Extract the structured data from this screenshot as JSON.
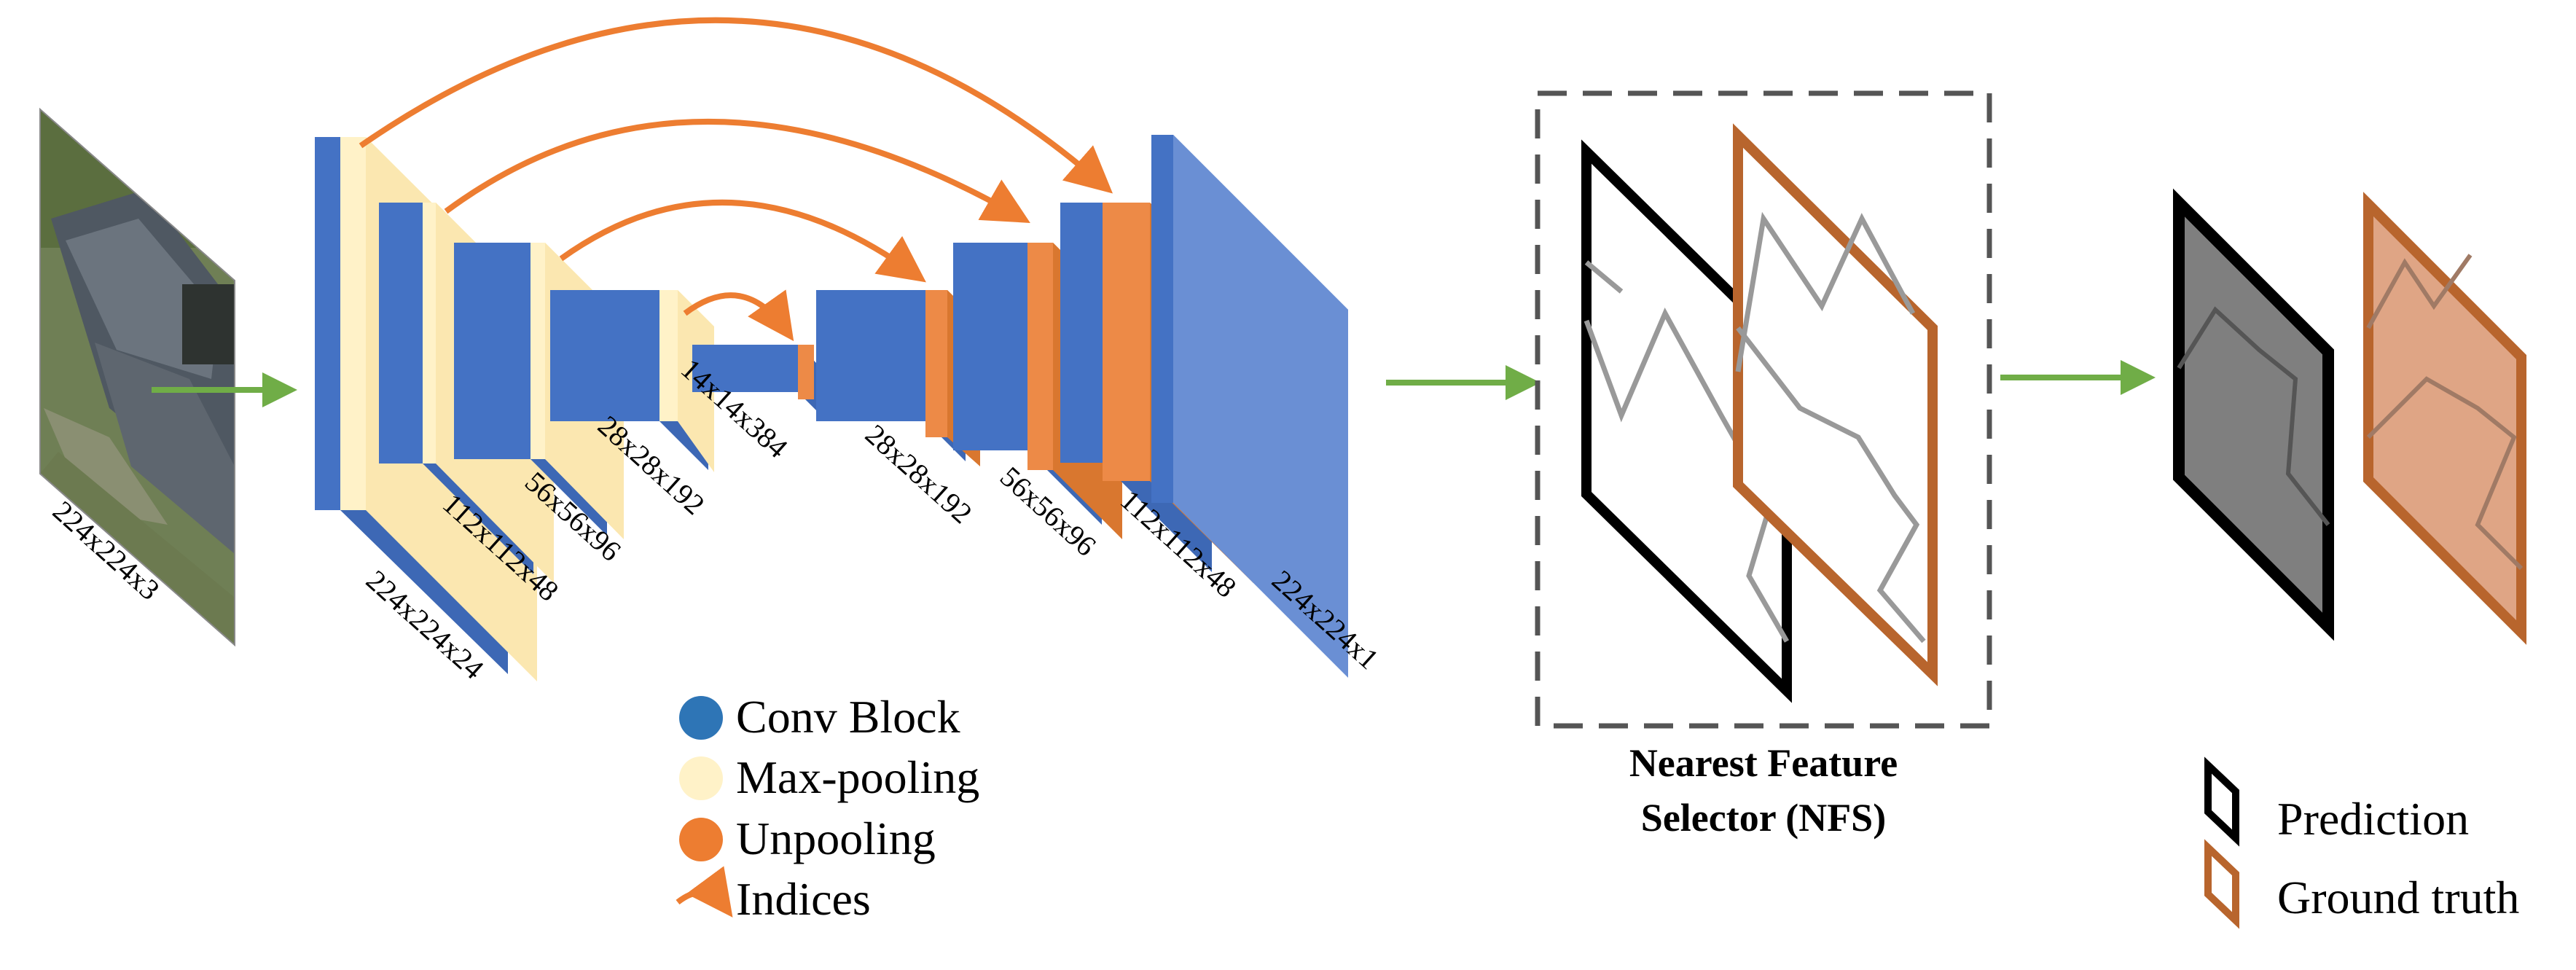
{
  "dimensions": {
    "input": "224x224x3",
    "enc1": "224x224x24",
    "enc2": "112x112x48",
    "enc3": "56x56x96",
    "enc4": "28x28x192",
    "bottleneck": "14x14x384",
    "dec4": "28x28x192",
    "dec3": "56x56x96",
    "dec2": "112x112x48",
    "output": "224x224x1"
  },
  "legend": {
    "conv": "Conv Block",
    "maxpool": "Max-pooling",
    "unpool": "Unpooling",
    "indices": "Indices"
  },
  "nfs": {
    "line1": "Nearest Feature",
    "line2": "Selector (NFS)"
  },
  "output_legend": {
    "prediction": "Prediction",
    "ground_truth": "Ground truth"
  },
  "colors": {
    "conv": "#4472c4",
    "maxpool": "#fff2c8",
    "unpool": "#ed8a47",
    "indices_arrow": "#ed7d31",
    "flow_arrow": "#70ad47",
    "prediction": "#111111",
    "ground_truth": "#b8652d"
  }
}
